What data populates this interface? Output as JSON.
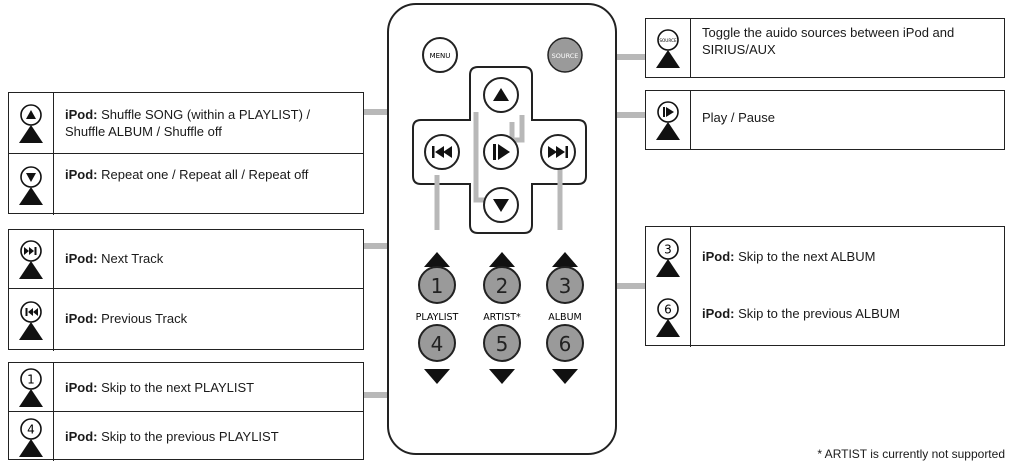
{
  "remote": {
    "menu_label": "MENU",
    "source_label": "SOURCE",
    "num1": "1",
    "num2": "2",
    "num3": "3",
    "num4": "4",
    "num5": "5",
    "num6": "6",
    "playlist_label": "PLAYLIST",
    "artist_label": "ARTIST*",
    "album_label": "ALBUM"
  },
  "left_boxes": {
    "shuffle": {
      "bold": "iPod:",
      "text": "Shuffle SONG (within a PLAYLIST) / Shuffle ALBUM / Shuffle off"
    },
    "repeat": {
      "bold": "iPod:",
      "text": "Repeat one / Repeat all / Repeat off"
    },
    "next_track": {
      "bold": "iPod:",
      "text": "Next Track"
    },
    "prev_track": {
      "bold": "iPod:",
      "text": "Previous Track"
    },
    "next_playlist": {
      "bold": "iPod:",
      "text": "Skip to the next PLAYLIST",
      "icon_num": "1"
    },
    "prev_playlist": {
      "bold": "iPod:",
      "text": "Skip to the previous PLAYLIST",
      "icon_num": "4"
    }
  },
  "right_boxes": {
    "source": {
      "text": "Toggle the auido sources between iPod and SIRIUS/AUX",
      "icon_label": "SOURCE"
    },
    "play_pause": {
      "text": "Play / Pause"
    },
    "next_album": {
      "bold": "iPod:",
      "text": "Skip to the next ALBUM",
      "icon_num": "3"
    },
    "prev_album": {
      "bold": "iPod:",
      "text": "Skip to the previous ALBUM",
      "icon_num": "6"
    }
  },
  "footnote": "* ARTIST is currently not supported",
  "colors": {
    "connector": "#b8b8b8",
    "stroke": "#222222"
  }
}
